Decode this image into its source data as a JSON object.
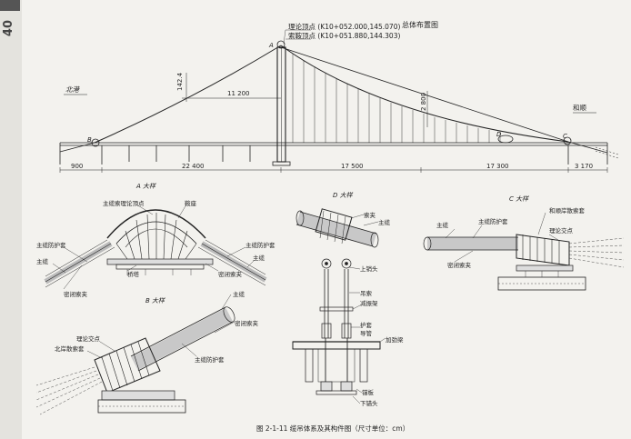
{
  "page_number": "40",
  "overview": {
    "title": "总体布置图",
    "theory_peak": "理论顶点 (K10+052.000,145.070)",
    "saddle_peak": "索鞍顶点 (K10+051.880,144.303)",
    "point_a": "A",
    "point_b": "B",
    "point_c": "C",
    "point_d": "D",
    "north": "北港",
    "east": "和顺",
    "sag_label": "142.4",
    "half_span": "11 200",
    "sag_right": "2 800",
    "dims": [
      "900",
      "22 400",
      "17 500",
      "17 300",
      "3 170"
    ]
  },
  "detail_a": {
    "title": "A 大样",
    "labels": [
      "主缆索理论顶点",
      "鞍座",
      "主缆防护套",
      "主缆",
      "主缆防护套",
      "主缆",
      "密闭索夹",
      "密闭索夹",
      "桥塔"
    ]
  },
  "detail_d": {
    "title": "D 大样",
    "labels": [
      "索夹",
      "主缆",
      "上销头",
      "吊索",
      "减振架",
      "护套",
      "导管",
      "加劲梁",
      "锚板",
      "下锚头"
    ]
  },
  "detail_c": {
    "title": "C 大样",
    "labels": [
      "和顺岸散索套",
      "主缆",
      "主缆防护套",
      "理论交点",
      "密闭索夹"
    ]
  },
  "detail_b": {
    "title": "B 大样",
    "labels": [
      "主缆",
      "理论交点",
      "密闭索夹",
      "北岸散索套",
      "主缆防护套"
    ]
  },
  "caption": "图 2-1-11   缆吊体系及其构件图（尺寸单位：cm）"
}
